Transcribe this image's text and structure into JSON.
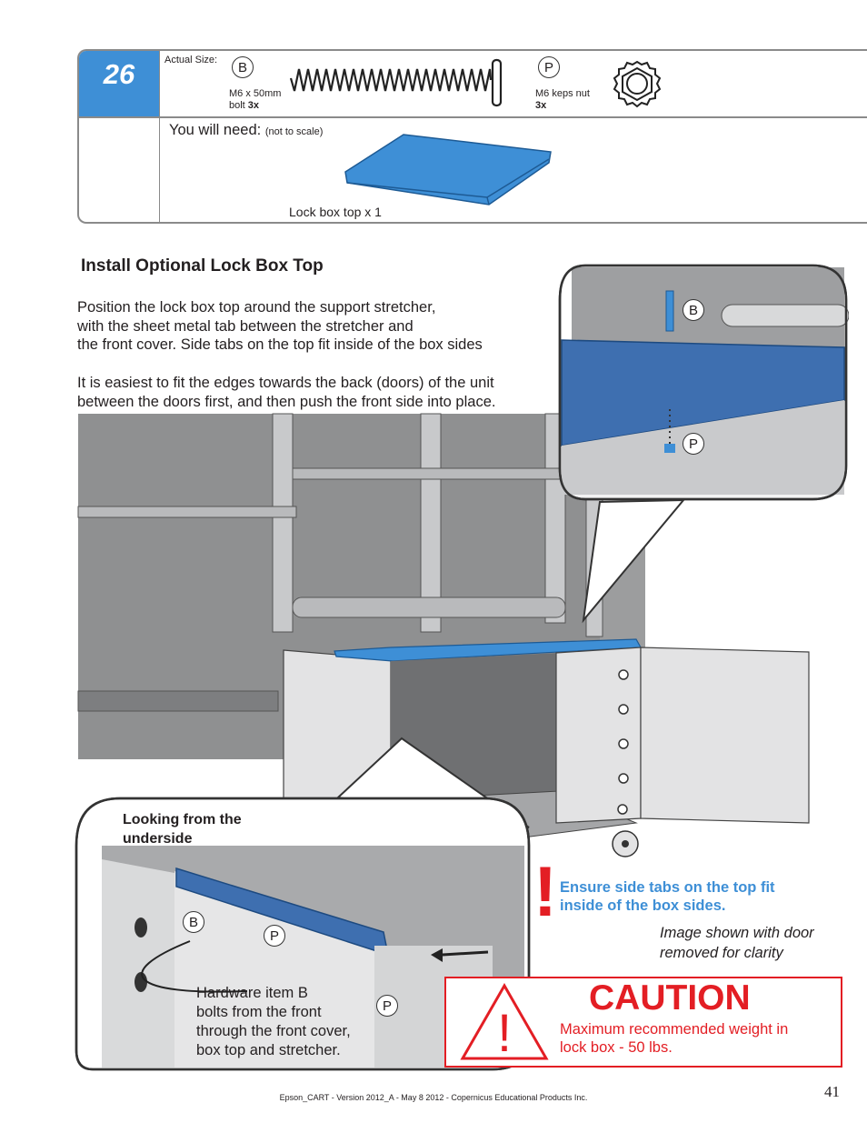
{
  "step": {
    "number": "26"
  },
  "hardware": {
    "actual_size_label": "Actual Size:",
    "bolt": {
      "letter": "B",
      "desc": "M6 x 50mm",
      "qty_prefix": "bolt ",
      "qty": "3x"
    },
    "nut": {
      "letter": "P",
      "desc": "M6 keps nut",
      "qty": "3x"
    }
  },
  "needs": {
    "label": "You will need:",
    "note": "(not to scale)",
    "part_caption": "Lock box top x 1"
  },
  "section": {
    "title": "Install Optional Lock Box Top",
    "para1": [
      "Position the lock box top around the support stretcher,",
      "with the sheet metal tab between the stretcher and",
      "the front cover. Side tabs on the top fit inside of the box sides"
    ],
    "para2": [
      "It is easiest to fit the edges towards the back (doors) of the unit",
      "between the doors first, and then push the front side into place."
    ]
  },
  "detail_top": {
    "label_b": "B",
    "label_p": "P"
  },
  "detail_bottom": {
    "heading": [
      "Looking from the",
      "underside"
    ],
    "label_b": "B",
    "label_p1": "P",
    "label_p2": "P",
    "hardware_note": [
      "Hardware item B",
      "bolts from the front",
      "through the front cover,",
      "box top and stretcher."
    ]
  },
  "warning": {
    "mark": "!",
    "lines": [
      "Ensure side tabs on the top fit",
      "inside of the box sides."
    ]
  },
  "image_note": [
    "Image shown with door",
    "removed for clarity"
  ],
  "caution": {
    "mark": "!",
    "title": "CAUTION",
    "lines": [
      "Maximum recommended weight in",
      "lock box - 50 lbs."
    ]
  },
  "footer": {
    "text": "Epson_CART - Version 2012_A - May 8 2012 - Copernicus Educational Products Inc.",
    "page": "41"
  },
  "colors": {
    "accent_blue": "#3e8fd6",
    "caution_red": "#e31e24",
    "panel_gray": "#8f9091"
  }
}
